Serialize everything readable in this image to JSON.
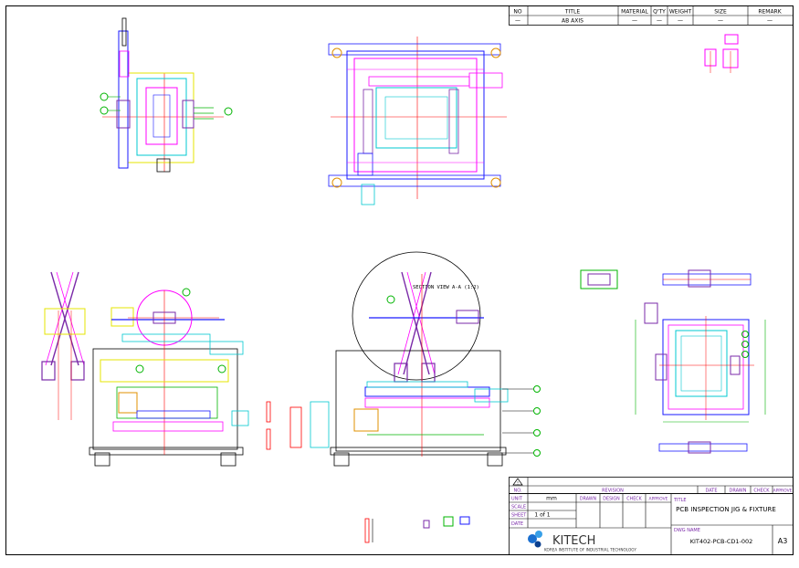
{
  "parts_list": {
    "headers": [
      "NO",
      "TITLE",
      "MATERIAL",
      "Q'TY",
      "WEIGHT",
      "SIZE",
      "REMARK"
    ],
    "row": [
      "—",
      "AB AXIS",
      "—",
      "—",
      "—",
      "—",
      "—"
    ]
  },
  "section_label": "SECTION VIEW A-A (1:2)",
  "revision": {
    "marker": "!",
    "headers": [
      "NO.",
      "REVISION",
      "DATE",
      "DRAWN",
      "CHECK",
      "APPROVE"
    ]
  },
  "info": {
    "unit_label": "UNIT",
    "unit_value": "mm",
    "scale_label": "SCALE",
    "sheet_label": "SHEET",
    "sheet_value": "1 of 1",
    "date_label": "DATE",
    "sign_headers": [
      "DRAWN",
      "DESIGN",
      "CHECK",
      "APPROVE"
    ]
  },
  "title_label": "TITLE",
  "title_value": "PCB INSPECTION JIG & FIXTURE",
  "dwg_label": "DWG NAME",
  "dwg_value": "KIT402-PCB-CD1-002",
  "sheet_size": "A3",
  "company": {
    "name": "KITECH",
    "full_name": "KOREA INSTITUTE OF INDUSTRIAL TECHNOLOGY"
  },
  "colors": {
    "magenta": "#ff00ff",
    "cyan": "#00c8d0",
    "blue": "#1a1aff",
    "red": "#ff0000",
    "green": "#00b400",
    "yellow": "#e6e600",
    "purple": "#7a2aa8",
    "black": "#000000"
  }
}
